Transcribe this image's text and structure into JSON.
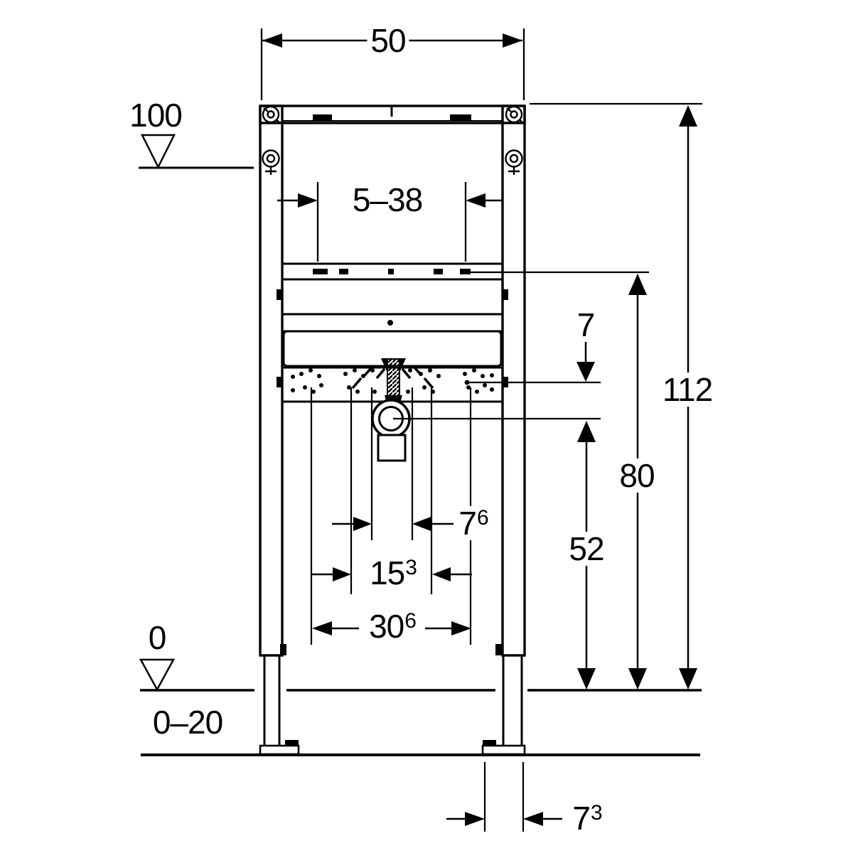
{
  "drawing": {
    "description": "Technical installation drawing of a wall-mounted washbasin support frame with dimension annotations",
    "colors": {
      "line_color": "#000000",
      "background_color": "#ffffff"
    },
    "labels": {
      "width_overall": {
        "value": "50"
      },
      "fixture_range": {
        "value": "5–38"
      },
      "level_upper": {
        "value": "100"
      },
      "rail_offset": {
        "value": "7"
      },
      "height_overall": {
        "value": "112"
      },
      "height_rail": {
        "value": "80"
      },
      "height_drain": {
        "value": "52"
      },
      "span_inner": {
        "value": "7",
        "sup": "6"
      },
      "span_middle": {
        "value": "15",
        "sup": "3"
      },
      "span_outer": {
        "value": "30",
        "sup": "6"
      },
      "level_floor": {
        "value": "0"
      },
      "floor_buildup": {
        "value": "0–20"
      },
      "foot_width": {
        "value": "7",
        "sup": "3"
      }
    }
  }
}
